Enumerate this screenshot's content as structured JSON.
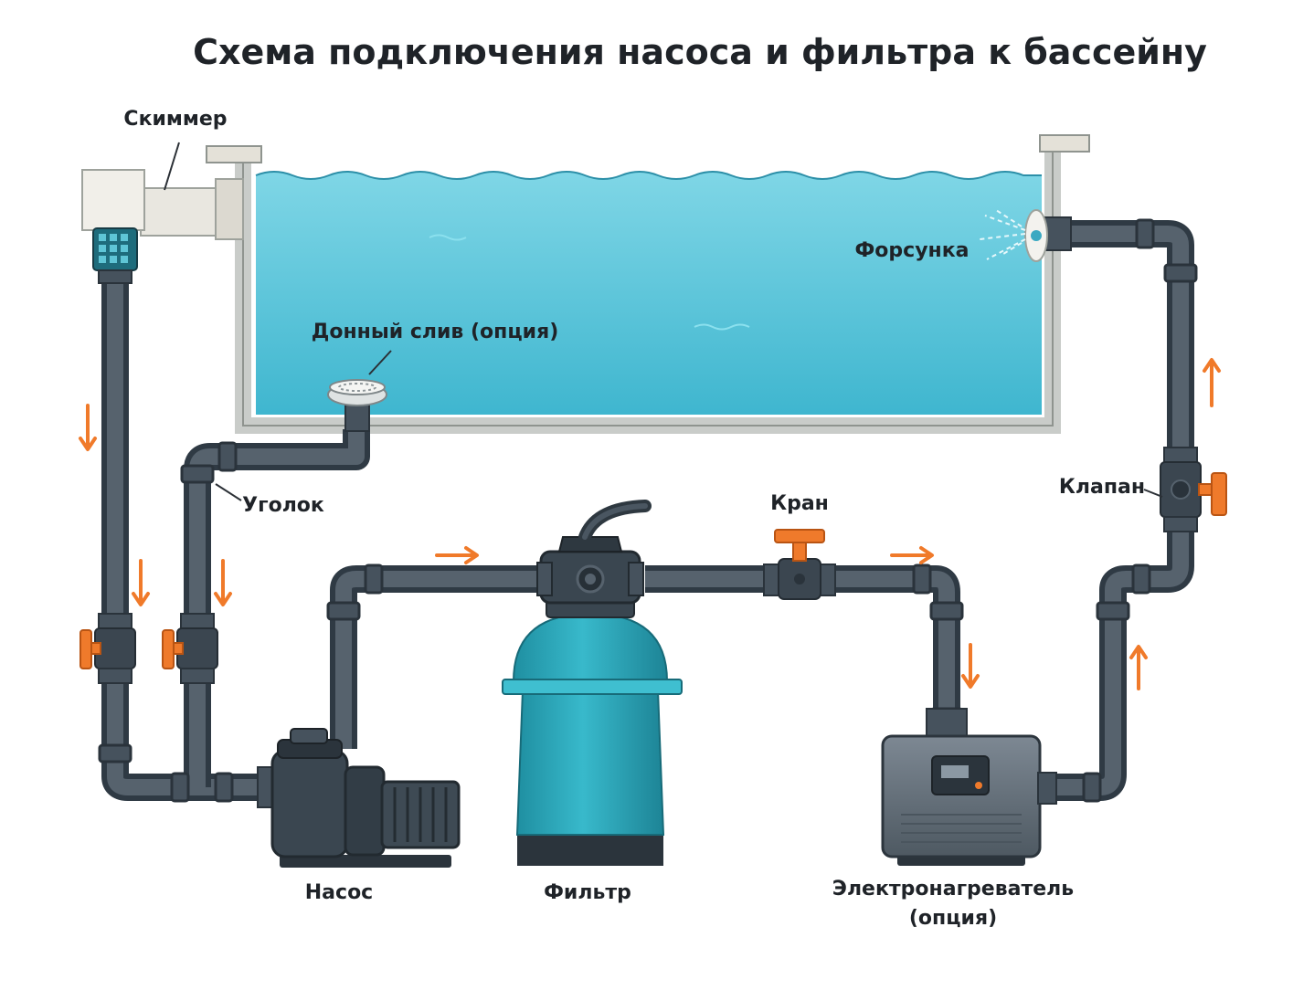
{
  "title": "Схема подключения насоса и фильтра к бассейну",
  "labels": {
    "skimmer": "Скиммер",
    "nozzle": "Форсунка",
    "bottom_drain": "Донный слив (опция)",
    "elbow": "Уголок",
    "tap": "Кран",
    "valve": "Клапан",
    "pump": "Насос",
    "filter": "Фильтр",
    "heater_line1": "Электронагреватель",
    "heater_line2": "(опция)"
  },
  "colors": {
    "water": "#4fc3d8",
    "pipe": "#2f3a44",
    "arrow": "#f07a2a",
    "filter_tank": "#2aa6b8",
    "valve_handle": "#ef7a2b"
  },
  "icons": [
    "skimmer-icon",
    "nozzle-icon",
    "bottom-drain-icon",
    "pump-icon",
    "filter-icon",
    "heater-icon",
    "valve-icon",
    "flow-arrow-icon"
  ]
}
